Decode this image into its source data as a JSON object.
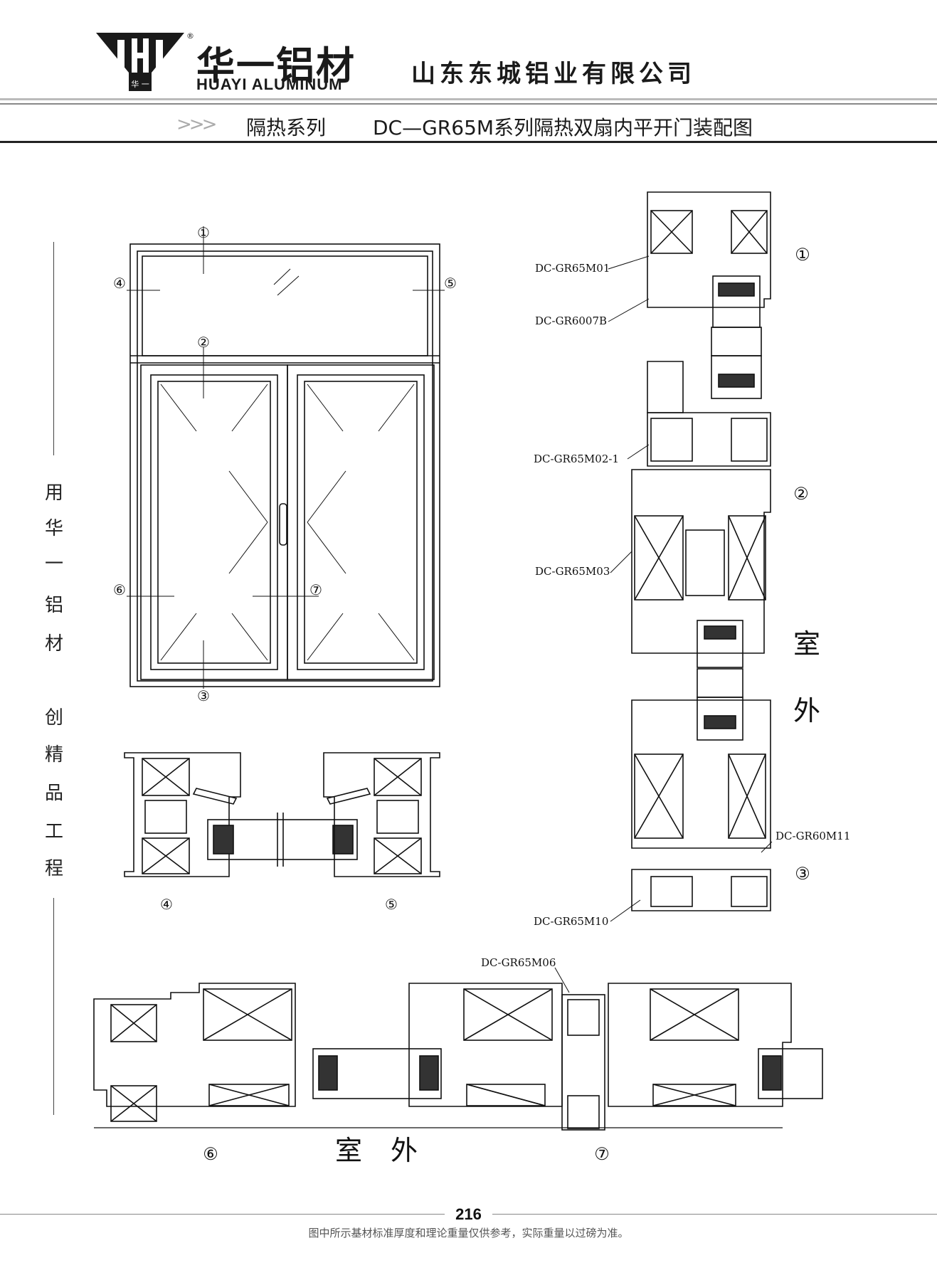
{
  "header": {
    "brand_cn": "华一铝材",
    "brand_en": "HUAYI ALUMINUM",
    "logo_small_text": "华 一",
    "registered_mark": "®",
    "company": "山东东城铝业有限公司",
    "series": "隔热系列",
    "title": "DC—GR65M系列隔热双扇内平开门装配图",
    "arrow_glyphs": ">>>"
  },
  "slogan": {
    "line1": [
      "用",
      "华",
      "一",
      "铝",
      "材"
    ],
    "line2": [
      "创",
      "精",
      "品",
      "工",
      "程"
    ]
  },
  "diagram": {
    "elevation_markers": [
      "①",
      "②",
      "③",
      "④",
      "⑤",
      "⑥",
      "⑦"
    ],
    "section_45_labels": [
      "④",
      "⑤"
    ],
    "section_67_labels": [
      "⑥",
      "⑦"
    ],
    "vertical_markers": [
      "①",
      "②",
      "③"
    ],
    "part_labels": {
      "m01": "DC-GR65M01",
      "b6007": "DC-GR6007B",
      "m02": "DC-GR65M02-1",
      "m03": "DC-GR65M03",
      "m11": "DC-GR60M11",
      "m10": "DC-GR65M10",
      "m06": "DC-GR65M06"
    },
    "side_labels": {
      "right_top": "室",
      "right_bottom": "外",
      "bottom_left": "室",
      "bottom_right": "外"
    }
  },
  "footer": {
    "page_number": "216",
    "note": "图中所示基材标准厚度和理论重量仅供参考，实际重量以过磅为准。"
  }
}
